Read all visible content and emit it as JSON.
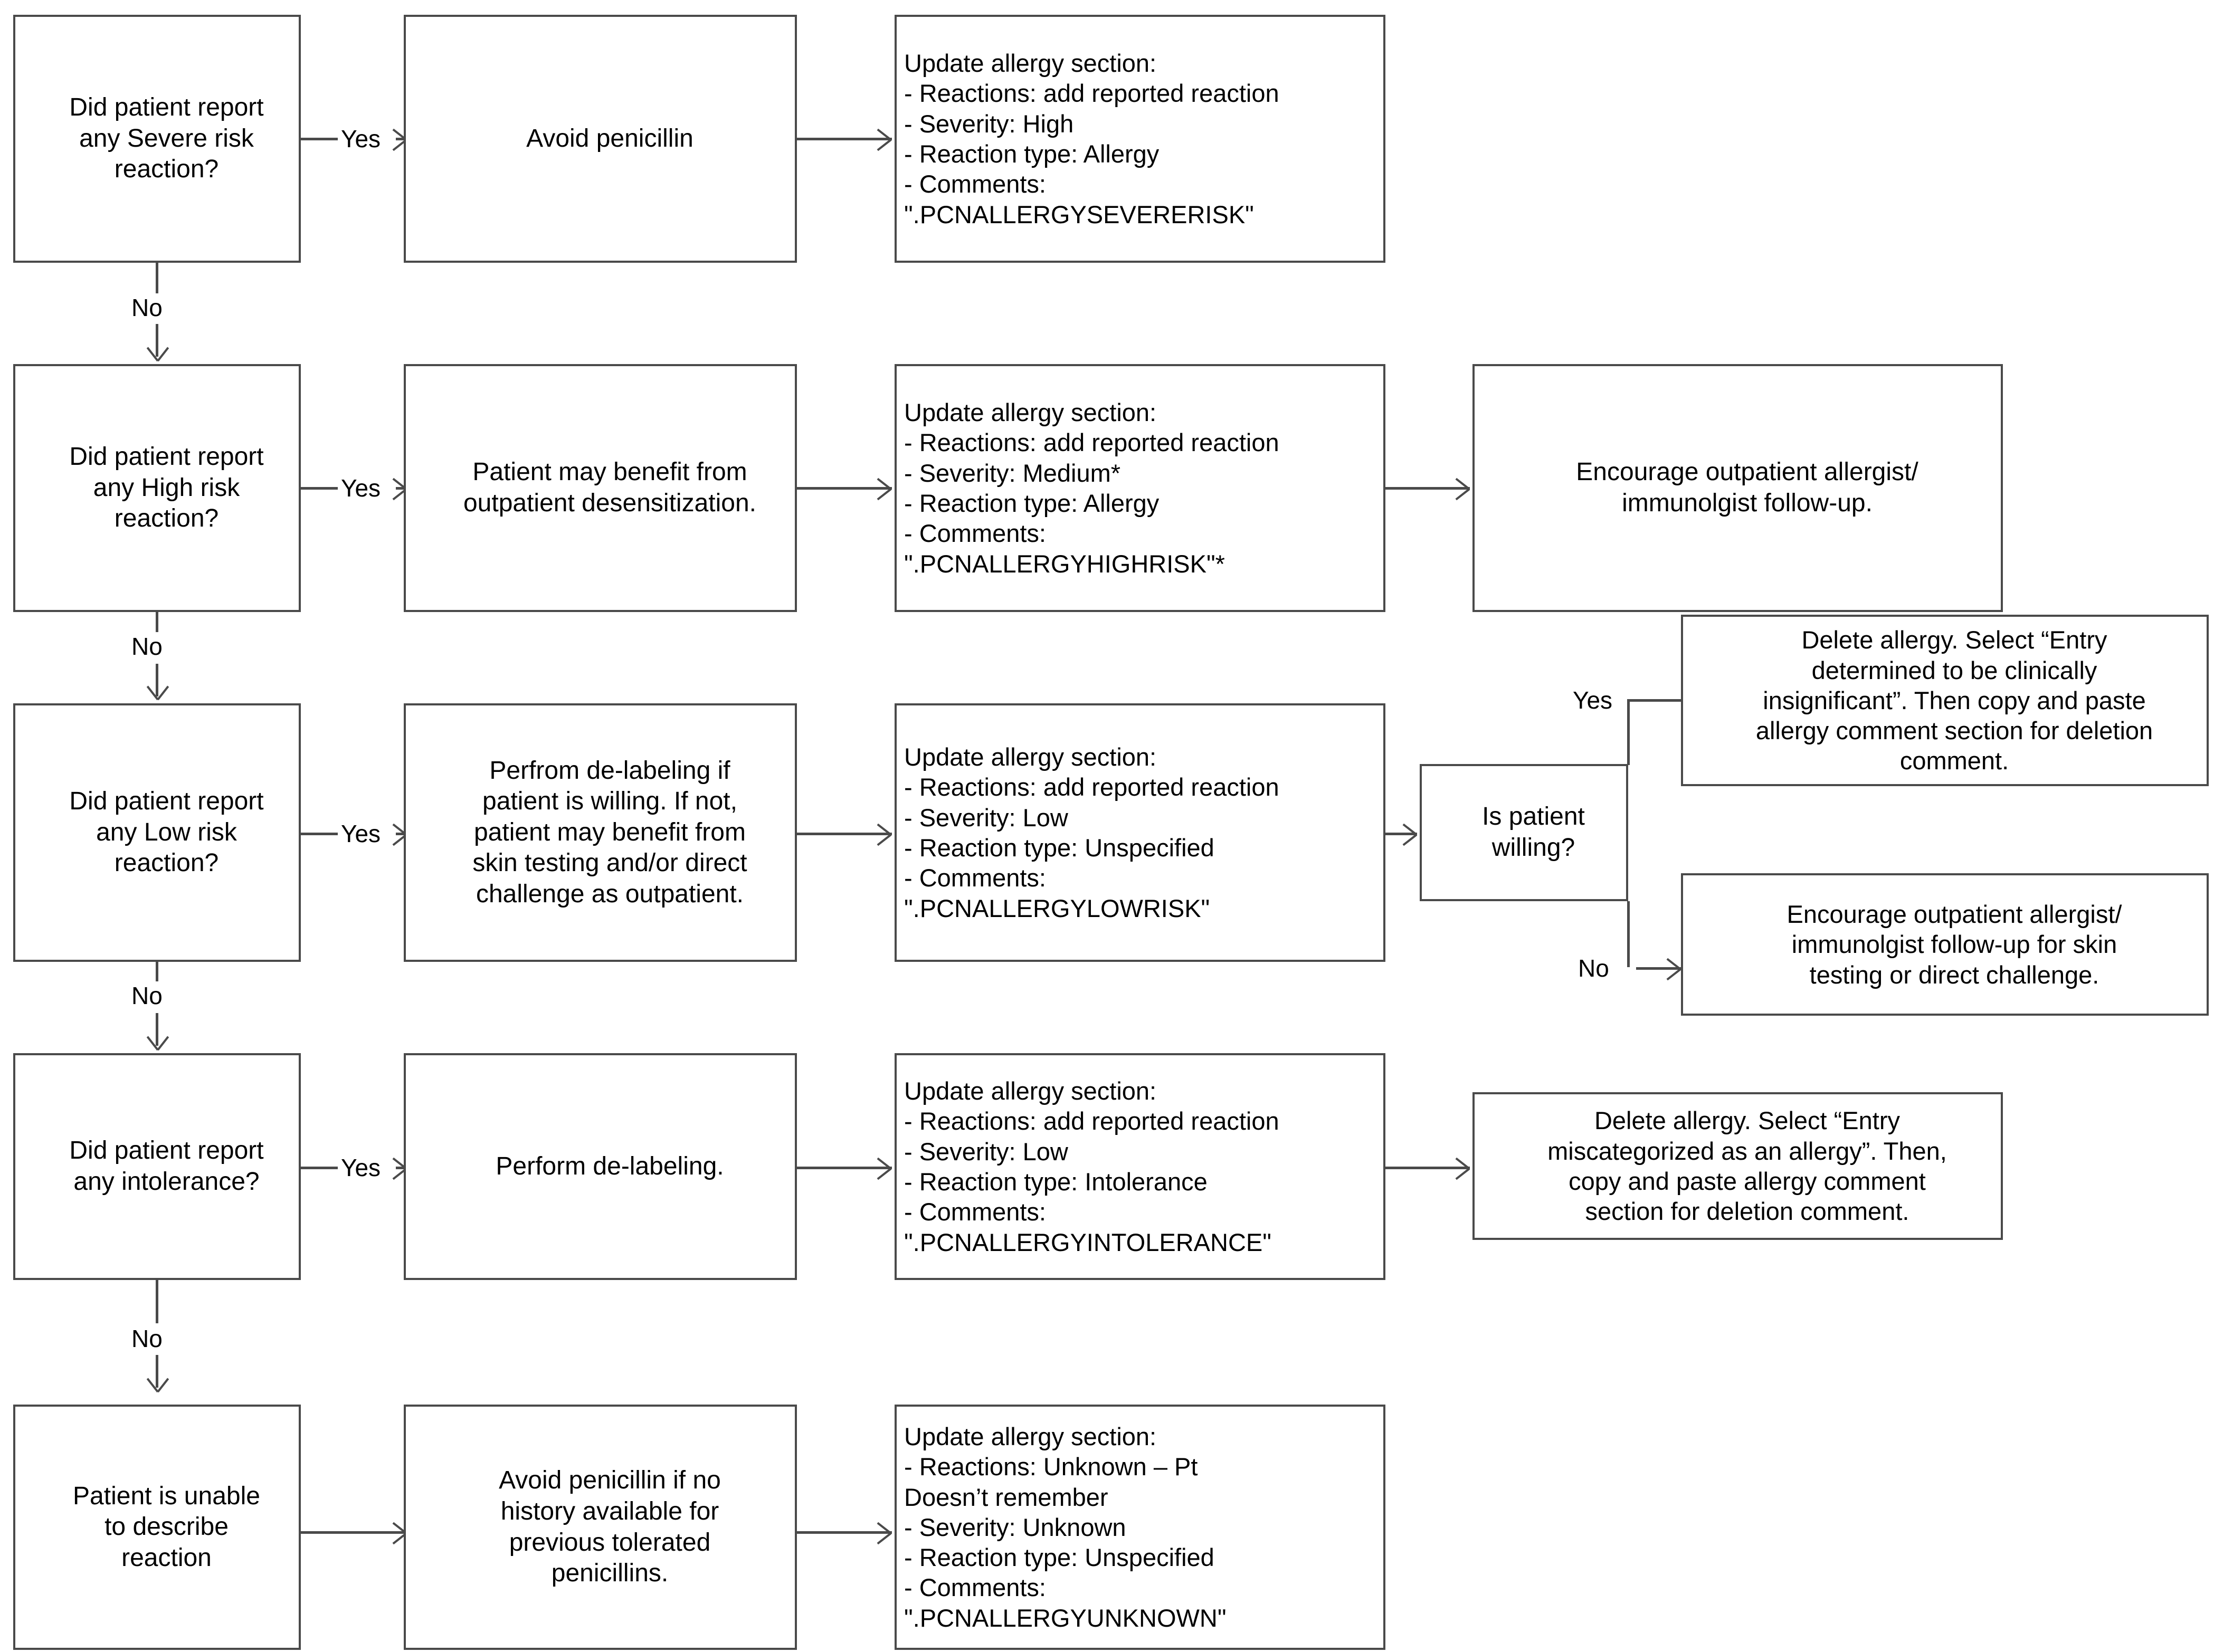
{
  "diagram": {
    "title": "Penicillin allergy documentation decision flowchart",
    "colors": {
      "border": "#4a4a4a",
      "text": "#000000",
      "background": "#ffffff"
    }
  },
  "edge_labels": {
    "yes": "Yes",
    "no": "No"
  },
  "rows": [
    {
      "id": "severe",
      "decision": "Did patient report\nany Severe risk\nreaction?",
      "action": "Avoid penicillin",
      "update": "Update allergy section:\n- Reactions: add reported reaction\n- Severity: High\n- Reaction type: Allergy\n- Comments:\n\".PCNALLERGYSEVERERISK\"",
      "followup": null
    },
    {
      "id": "high",
      "decision": "Did patient report\nany High risk\nreaction?",
      "action": "Patient may benefit from\noutpatient desensitization.",
      "update": "Update allergy section:\n- Reactions: add reported reaction\n- Severity: Medium*\n- Reaction type: Allergy\n- Comments:\n\".PCNALLERGYHIGHRISK\"*",
      "followup": "Encourage outpatient allergist/\nimmunolgist follow-up."
    },
    {
      "id": "low",
      "decision": "Did patient report\nany Low risk\nreaction?",
      "action": "Perfrom de-labeling if\npatient is willing. If not,\npatient may benefit from\nskin testing and/or direct\nchallenge as outpatient.",
      "update": "Update allergy section:\n- Reactions: add reported reaction\n- Severity: Low\n- Reaction type: Unspecified\n- Comments:\n\".PCNALLERGYLOWRISK\"",
      "sub_decision": "Is patient\nwilling?",
      "sub_yes": "Delete allergy. Select “Entry\ndetermined to be clinically\ninsignificant”. Then copy and paste\nallergy comment section for deletion\ncomment.",
      "sub_no": "Encourage outpatient allergist/\nimmunolgist follow-up for skin\ntesting or direct challenge."
    },
    {
      "id": "intolerance",
      "decision": "Did patient report\nany intolerance?",
      "action": "Perform de-labeling.",
      "update": "Update allergy section:\n- Reactions: add reported reaction\n- Severity: Low\n- Reaction type: Intolerance\n- Comments:\n\".PCNALLERGYINTOLERANCE\"",
      "followup": "Delete allergy. Select “Entry\nmiscategorized as an allergy”. Then,\ncopy and paste allergy comment\nsection for deletion comment."
    },
    {
      "id": "unknown",
      "decision": "Patient is unable\nto describe\nreaction",
      "action": "Avoid penicillin if no\nhistory available for\nprevious tolerated\npenicillins.",
      "update": "Update allergy section:\n- Reactions: Unknown – Pt\nDoesn’t remember\n- Severity: Unknown\n- Reaction type: Unspecified\n- Comments:\n\".PCNALLERGYUNKNOWN\"",
      "followup": null
    }
  ]
}
